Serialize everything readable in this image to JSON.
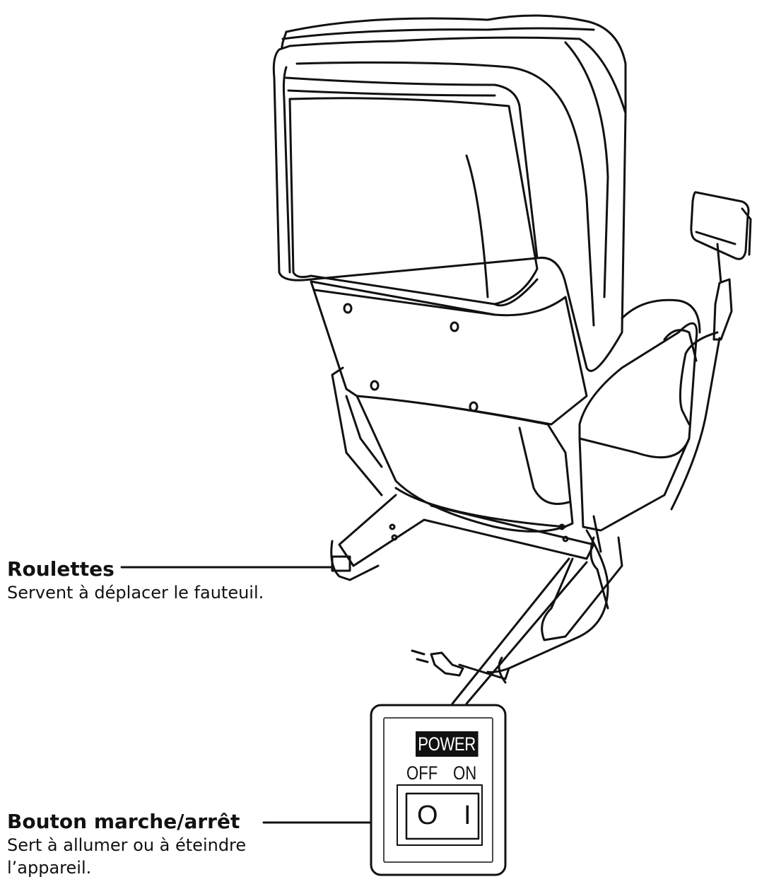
{
  "callouts": {
    "casters": {
      "title": "Roulettes",
      "description": "Servent à déplacer le fauteuil."
    },
    "power_switch": {
      "title": "Bouton marche/arrêt",
      "description": "Sert à allumer ou à éteindre l’appareil."
    }
  },
  "switch_panel": {
    "power_label": "POWER",
    "off_label": "OFF",
    "on_label": "ON",
    "off_symbol": "O",
    "on_symbol": "I"
  }
}
